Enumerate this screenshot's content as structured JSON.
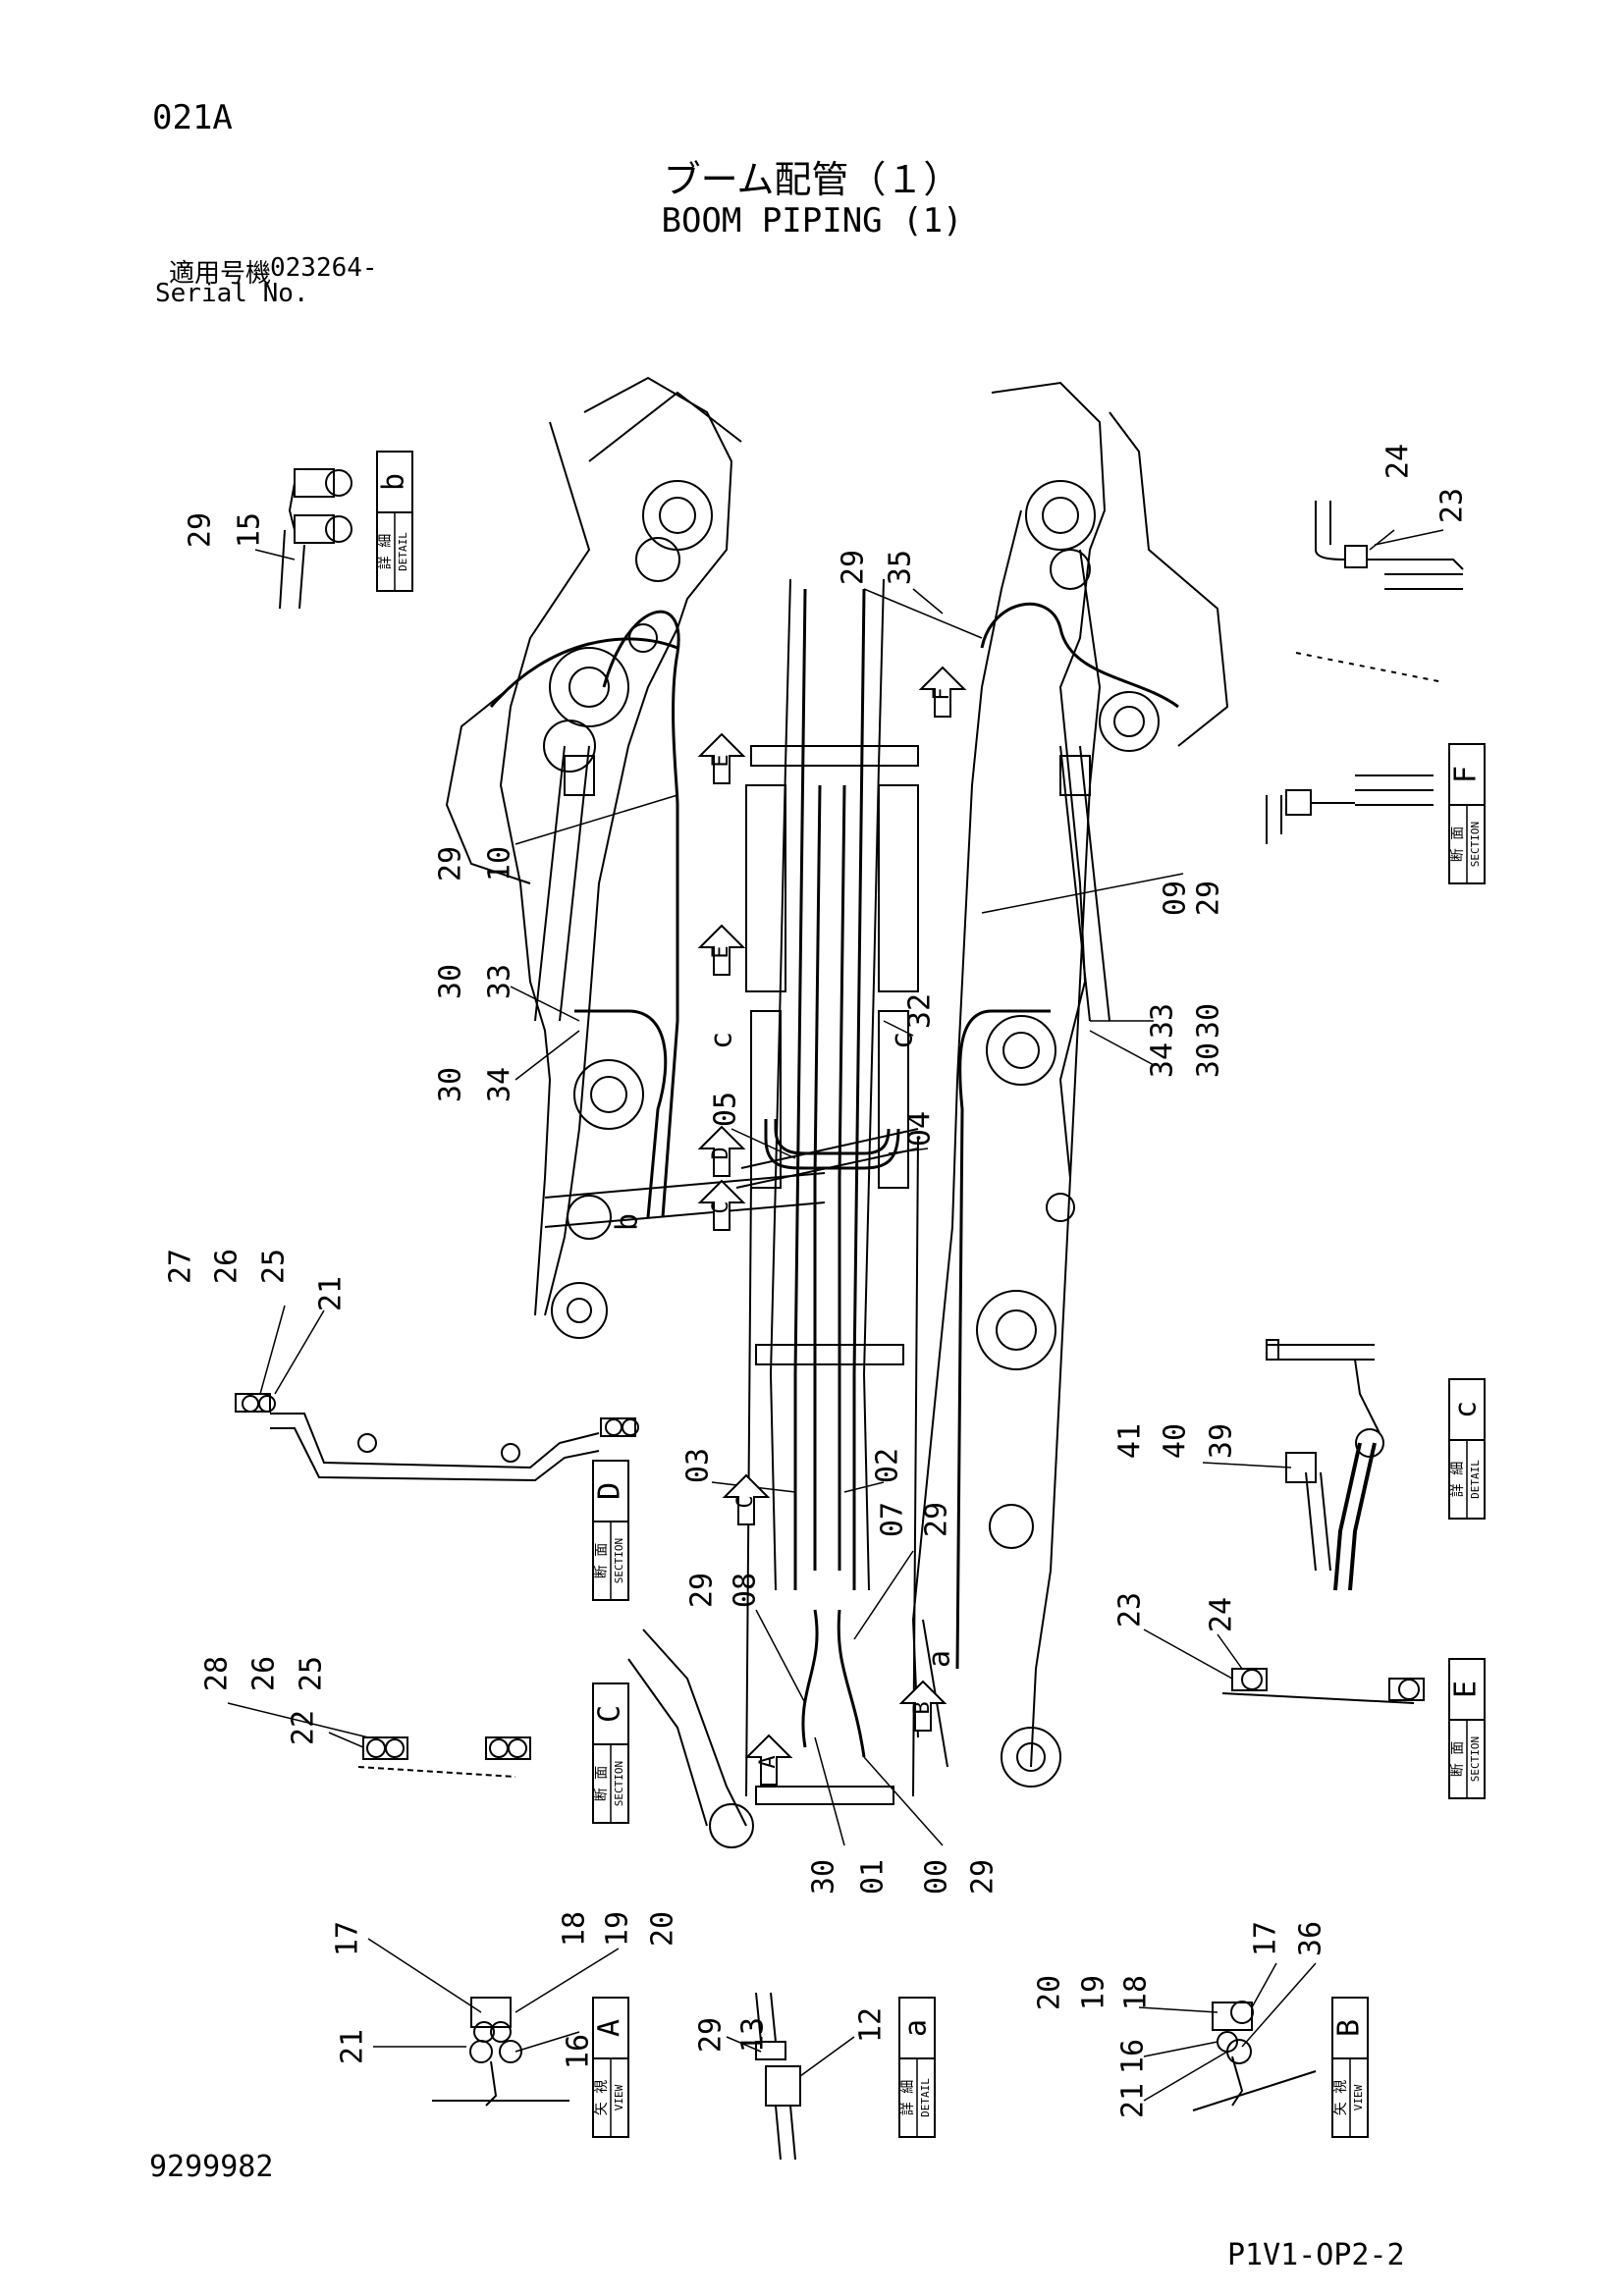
{
  "page_code": "021A",
  "title_jp": "ブーム配管（１）",
  "title_en": "BOOM PIPING (1)",
  "serial_label_jp": "適用号機",
  "serial_number": "023264-",
  "serial_label_en": "Serial No.",
  "document_number": "9299982",
  "sheet_id": "P1V1-OP2-2",
  "boxes": [
    {
      "letter": "b",
      "kind_jp": "詳 細",
      "kind_en": "DETAIL"
    },
    {
      "letter": "F",
      "kind_jp": "断 面",
      "kind_en": "SECTION"
    },
    {
      "letter": "D",
      "kind_jp": "断 面",
      "kind_en": "SECTION"
    },
    {
      "letter": "c",
      "kind_jp": "詳 細",
      "kind_en": "DETAIL"
    },
    {
      "letter": "C",
      "kind_jp": "断 面",
      "kind_en": "SECTION"
    },
    {
      "letter": "E",
      "kind_jp": "断 面",
      "kind_en": "SECTION"
    },
    {
      "letter": "A",
      "kind_jp": "矢 視",
      "kind_en": "VIEW"
    },
    {
      "letter": "a",
      "kind_jp": "詳 細",
      "kind_en": "DETAIL"
    },
    {
      "letter": "B",
      "kind_jp": "矢 視",
      "kind_en": "VIEW"
    }
  ],
  "callouts": [
    "29",
    "15",
    "24",
    "23",
    "29",
    "35",
    "29",
    "10",
    "09",
    "29",
    "30",
    "33",
    "30",
    "34",
    "32",
    "c",
    "c",
    "33",
    "30",
    "34",
    "30",
    "05",
    "04",
    "b",
    "27",
    "26",
    "25",
    "21",
    "41",
    "40",
    "39",
    "03",
    "02",
    "07",
    "29",
    "29",
    "08",
    "a",
    "28",
    "26",
    "25",
    "22",
    "23",
    "24",
    "30",
    "01",
    "00",
    "29",
    "17",
    "18",
    "19",
    "20",
    "21",
    "16",
    "29",
    "13",
    "12",
    "20",
    "19",
    "18",
    "17",
    "36",
    "16",
    "21"
  ],
  "view_arrows": [
    "E",
    "F",
    "E",
    "D",
    "C",
    "C",
    "A",
    "B"
  ]
}
